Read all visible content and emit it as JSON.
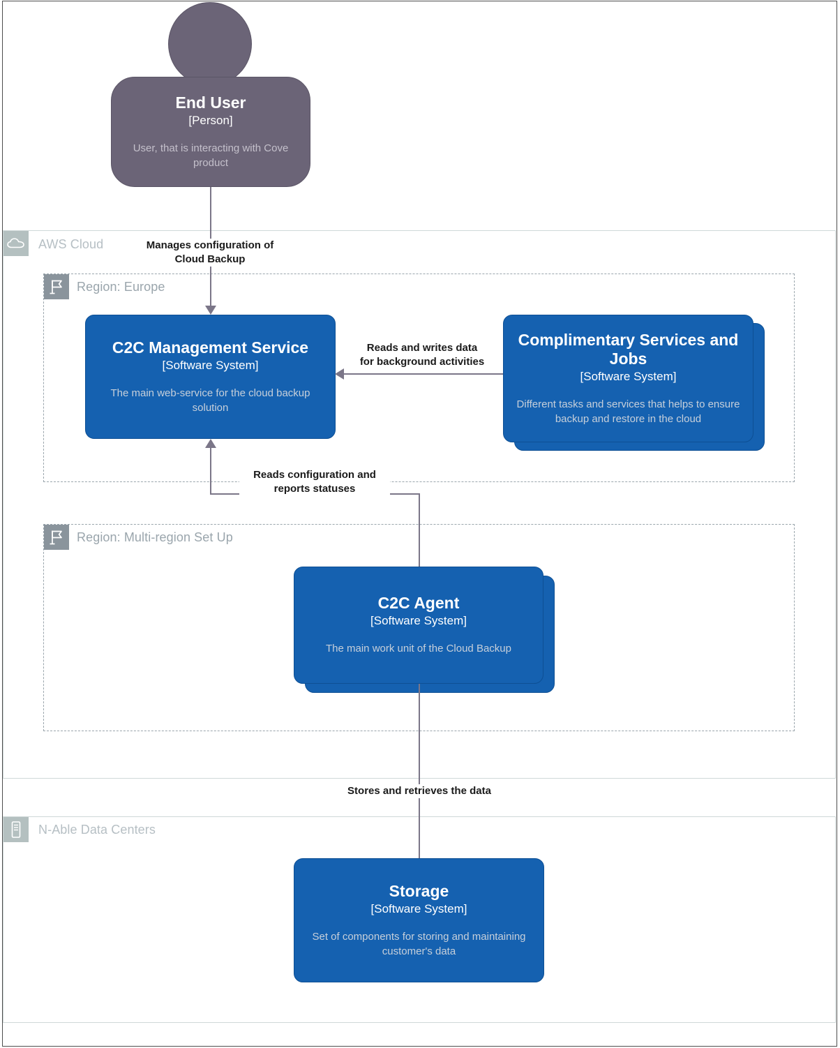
{
  "diagram": {
    "type": "C4 System Context",
    "background": "#ffffff",
    "colors": {
      "system": "#1561b0",
      "system_border": "#0d4f94",
      "person": "#6b6477",
      "person_border": "#5b5566",
      "connector": "#7b7688",
      "boundary_solid": "#cfd8d8",
      "boundary_dashed": "#9aa5ac",
      "boundary_badge": "#b4c0c0",
      "boundary_badge_dark": "#8a949c",
      "boundary_label": "#b6bfc4",
      "edge_label": "#1a1a1a",
      "node_description": "#c6cfda"
    }
  },
  "boundaries": [
    {
      "id": "aws-cloud",
      "label": "AWS Cloud",
      "icon": "cloud-icon",
      "style": "solid"
    },
    {
      "id": "region-europe",
      "label": "Region: Europe",
      "icon": "flag-icon",
      "style": "dashed"
    },
    {
      "id": "region-multiregion",
      "label": "Region: Multi-region Set Up",
      "icon": "flag-icon",
      "style": "dashed"
    },
    {
      "id": "nable-data-centers",
      "label": "N-Able Data Centers",
      "icon": "server-rack-icon",
      "style": "solid"
    }
  ],
  "nodes": [
    {
      "id": "end-user",
      "title": "End User",
      "type": "[Person]",
      "description": "User, that is interacting with Cove product",
      "shape": "person",
      "stacked": false
    },
    {
      "id": "c2c-management-service",
      "title": "C2C Management Service",
      "type": "[Software System]",
      "description": "The main web-service for the cloud backup solution",
      "shape": "system",
      "stacked": false
    },
    {
      "id": "complimentary-services-and-jobs",
      "title": "Complimentary Services and Jobs",
      "type": "[Software System]",
      "description": "Different tasks and services that helps to ensure backup and restore in the cloud",
      "shape": "system",
      "stacked": true
    },
    {
      "id": "c2c-agent",
      "title": "C2C Agent",
      "type": "[Software System]",
      "description": "The main work unit of the Cloud Backup",
      "shape": "system",
      "stacked": true
    },
    {
      "id": "storage",
      "title": "Storage",
      "type": "[Software System]",
      "description": "Set of components for storing and maintaining customer's data",
      "shape": "system",
      "stacked": false
    }
  ],
  "edges": [
    {
      "id": "edge-user-to-management",
      "from": "end-user",
      "to": "c2c-management-service",
      "label": "Manages configuration of\nCloud Backup",
      "direction": "down"
    },
    {
      "id": "edge-complimentary-to-management",
      "from": "complimentary-services-and-jobs",
      "to": "c2c-management-service",
      "label": "Reads and writes data\nfor background activities",
      "direction": "left"
    },
    {
      "id": "edge-agent-to-management",
      "from": "c2c-agent",
      "to": "c2c-management-service",
      "label": "Reads configuration and\nreports statuses",
      "direction": "up"
    },
    {
      "id": "edge-agent-to-storage",
      "from": "c2c-agent",
      "to": "storage",
      "label": "Stores and retrieves the data",
      "direction": "down"
    }
  ]
}
